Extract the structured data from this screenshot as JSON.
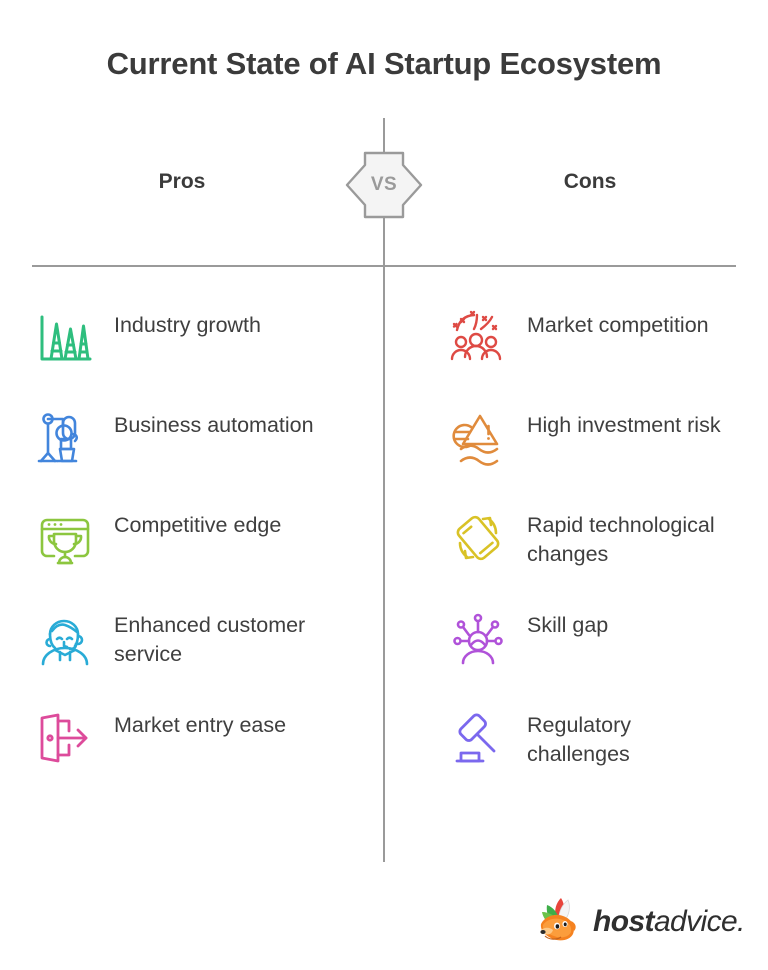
{
  "title": "Current State of AI Startup Ecosystem",
  "badge": {
    "label": "VS",
    "fill": "#f4f4f4",
    "stroke": "#9a9a9a"
  },
  "columns": {
    "pros": {
      "header": "Pros",
      "items": [
        {
          "label": "Industry growth",
          "icon": "chart-growth-icon",
          "color": "#2EBE7E"
        },
        {
          "label": "Business automation",
          "icon": "robot-arm-icon",
          "color": "#4285DC"
        },
        {
          "label": "Competitive edge",
          "icon": "browser-trophy-icon",
          "color": "#8CC63F"
        },
        {
          "label": "Enhanced customer service",
          "icon": "support-agent-icon",
          "color": "#29ABD6"
        },
        {
          "label": "Market entry ease",
          "icon": "door-exit-arrow-icon",
          "color": "#DD4B9B"
        }
      ]
    },
    "cons": {
      "header": "Cons",
      "items": [
        {
          "label": "Market competition",
          "icon": "crowd-confetti-icon",
          "color": "#DE4A44"
        },
        {
          "label": "High investment risk",
          "icon": "euro-warning-icon",
          "color": "#E08B3C"
        },
        {
          "label": "Rapid technological changes",
          "icon": "rotating-device-icon",
          "color": "#D9C226"
        },
        {
          "label": "Skill gap",
          "icon": "person-network-icon",
          "color": "#B052D9"
        },
        {
          "label": "Regulatory challenges",
          "icon": "gavel-icon",
          "color": "#7B68EE"
        }
      ]
    }
  },
  "logo": {
    "bold_part": "host",
    "regular_part": "advice.",
    "mark": "fox-mascot-icon"
  },
  "theme": {
    "background": "#ffffff",
    "title_color": "#3b3b3b",
    "text_color": "#3f3f3f",
    "line_color": "#9a9a9a"
  }
}
